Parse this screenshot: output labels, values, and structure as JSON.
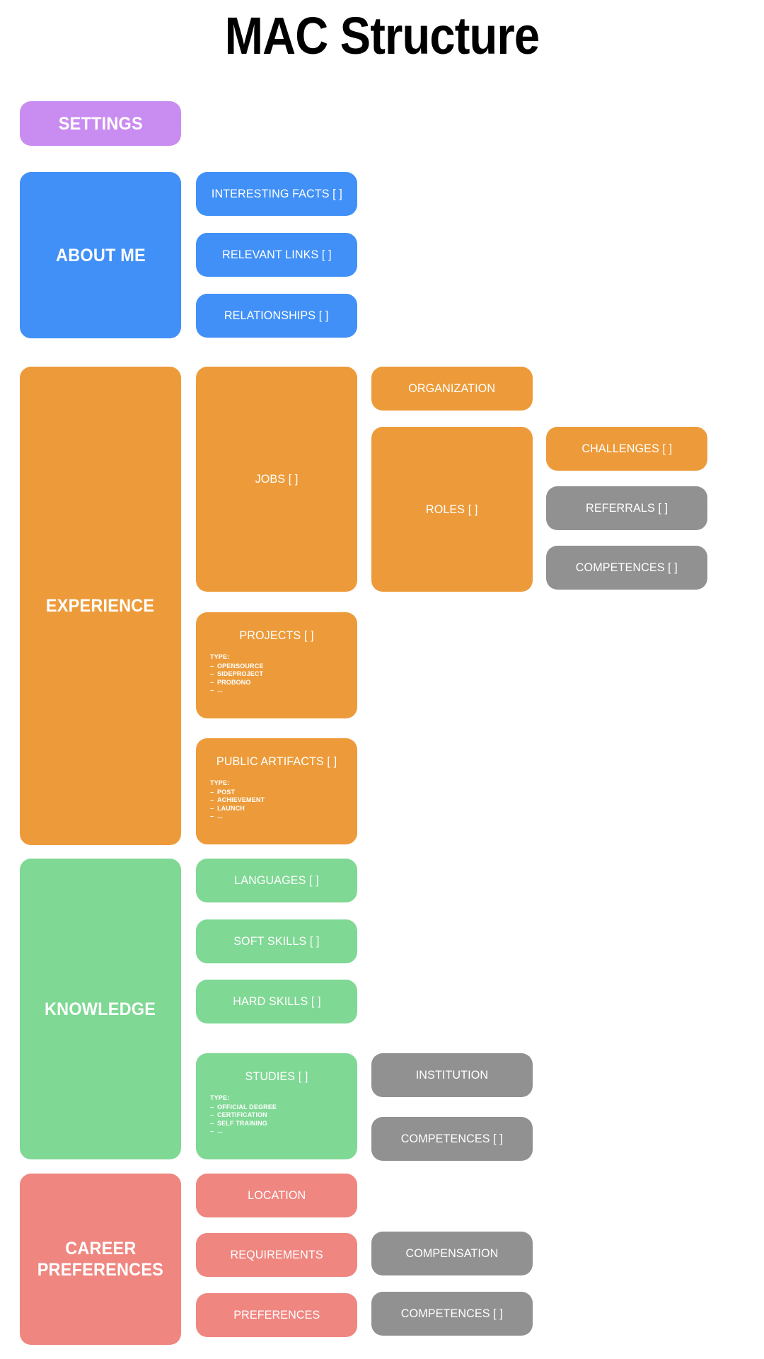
{
  "page": {
    "title": "MAC Structure",
    "background": "#ffffff"
  },
  "colors": {
    "purple": "#c98cf1",
    "blue": "#4190f7",
    "orange": "#ed9b3a",
    "green": "#7fd894",
    "red": "#ef8680",
    "gray": "#919191",
    "text_on_card": "#ffffff",
    "title_text": "#000000"
  },
  "sections": {
    "settings": {
      "label": "SETTINGS",
      "color": "#c98cf1"
    },
    "about_me": {
      "label": "ABOUT ME",
      "color": "#4190f7",
      "children": [
        {
          "label": "INTERESTING FACTS [ ]",
          "color": "#4190f7"
        },
        {
          "label": "RELEVANT LINKS [ ]",
          "color": "#4190f7"
        },
        {
          "label": "RELATIONSHIPS [ ]",
          "color": "#4190f7"
        }
      ]
    },
    "experience": {
      "label": "EXPERIENCE",
      "color": "#ed9b3a",
      "jobs": {
        "label": "JOBS [ ]",
        "color": "#ed9b3a"
      },
      "organization": {
        "label": "ORGANIZATION",
        "color": "#ed9b3a"
      },
      "roles": {
        "label": "ROLES [ ]",
        "color": "#ed9b3a"
      },
      "challenges": {
        "label": "CHALLENGES [ ]",
        "color": "#ed9b3a"
      },
      "referrals": {
        "label": "REFERRALS [ ]",
        "color": "#919191"
      },
      "competences": {
        "label": "COMPETENCES [ ]",
        "color": "#919191"
      },
      "projects": {
        "label": "PROJECTS [ ]",
        "color": "#ed9b3a",
        "type_heading": "TYPE:",
        "types": [
          "OPENSOURCE",
          "SIDEPROJECT",
          "PROBONO",
          "..."
        ]
      },
      "public_artifacts": {
        "label": "PUBLIC ARTIFACTS [ ]",
        "color": "#ed9b3a",
        "type_heading": "TYPE:",
        "types": [
          "POST",
          "ACHIEVEMENT",
          "LAUNCH",
          "..."
        ]
      }
    },
    "knowledge": {
      "label": "KNOWLEDGE",
      "color": "#7fd894",
      "languages": {
        "label": "LANGUAGES [ ]",
        "color": "#7fd894"
      },
      "soft_skills": {
        "label": "SOFT SKILLS [ ]",
        "color": "#7fd894"
      },
      "hard_skills": {
        "label": "HARD SKILLS [ ]",
        "color": "#7fd894"
      },
      "studies": {
        "label": "STUDIES [ ]",
        "color": "#7fd894",
        "type_heading": "TYPE:",
        "types": [
          "OFFICIAL DEGREE",
          "CERTIFICATION",
          "SELF TRAINING",
          "..."
        ]
      },
      "institution": {
        "label": "INSTITUTION",
        "color": "#919191"
      },
      "competences": {
        "label": "COMPETENCES [ ]",
        "color": "#919191"
      }
    },
    "career_preferences": {
      "label": "CAREER PREFERENCES",
      "label_line1": "CAREER",
      "label_line2": "PREFERENCES",
      "color": "#ef8680",
      "location": {
        "label": "LOCATION",
        "color": "#ef8680"
      },
      "requirements": {
        "label": "REQUIREMENTS",
        "color": "#ef8680"
      },
      "preferences": {
        "label": "PREFERENCES",
        "color": "#ef8680"
      },
      "compensation": {
        "label": "COMPENSATION",
        "color": "#919191"
      },
      "competences": {
        "label": "COMPETENCES [ ]",
        "color": "#919191"
      }
    }
  }
}
